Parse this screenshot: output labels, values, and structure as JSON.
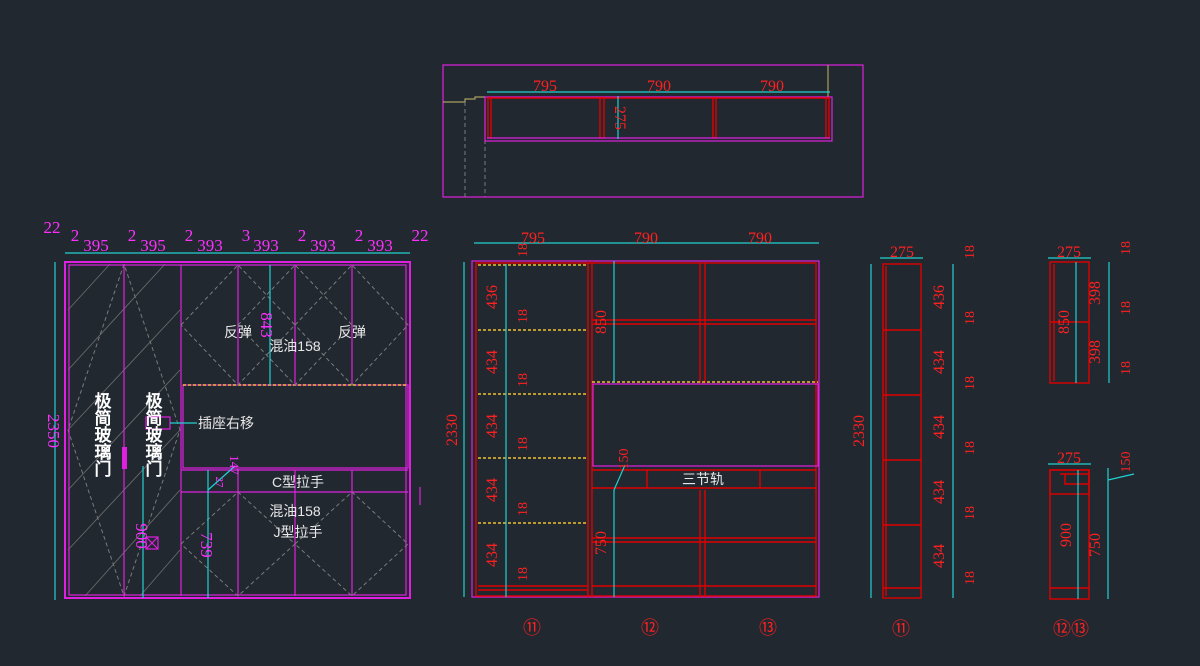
{
  "plan_view": {
    "widths": [
      "795",
      "790",
      "790"
    ],
    "depth": "275"
  },
  "front_elevation": {
    "top_dims": [
      "22",
      "2",
      "395",
      "2",
      "395",
      "2",
      "393",
      "3",
      "393",
      "2",
      "393",
      "2",
      "393",
      "22"
    ],
    "height": "2350",
    "door_left": "极简玻璃门",
    "door_right": "极简玻璃门",
    "flap_left": "反弹",
    "flap_right": "反弹",
    "upper_finish": "混油158",
    "upper_height": "843",
    "socket_note": "插座右移",
    "drawer_height": "147",
    "drawer_gap": "27",
    "drawer_handle": "C型拉手",
    "lower_finish": "混油158",
    "lower_handle": "J型拉手",
    "door_handle_height": "900",
    "lower_height": "739"
  },
  "carcass_elevation": {
    "widths": [
      "795",
      "790",
      "790"
    ],
    "height": "2330",
    "col1_gaps": [
      "436",
      "434",
      "434",
      "434",
      "434"
    ],
    "col1_thickness": [
      "18",
      "18",
      "18",
      "18",
      "18",
      "18"
    ],
    "upper_height": "850",
    "drawer_height": "150",
    "drawer_label": "三节轨",
    "lower_height": "750",
    "markers": [
      "⑪",
      "⑫",
      "⑬"
    ]
  },
  "side_section_11": {
    "depth": "275",
    "height": "2330",
    "gaps": [
      "436",
      "434",
      "434",
      "434",
      "434"
    ],
    "thickness": [
      "18",
      "18",
      "18",
      "18",
      "18",
      "18"
    ],
    "marker": "⑪"
  },
  "side_section_12_13": {
    "upper": {
      "depth": "275",
      "height": "850",
      "gaps": [
        "398",
        "398"
      ],
      "thickness": [
        "18",
        "18",
        "18"
      ]
    },
    "lower": {
      "depth": "275",
      "height": "900",
      "drawer": "150",
      "lower": "750"
    },
    "marker": "⑫⑬"
  }
}
